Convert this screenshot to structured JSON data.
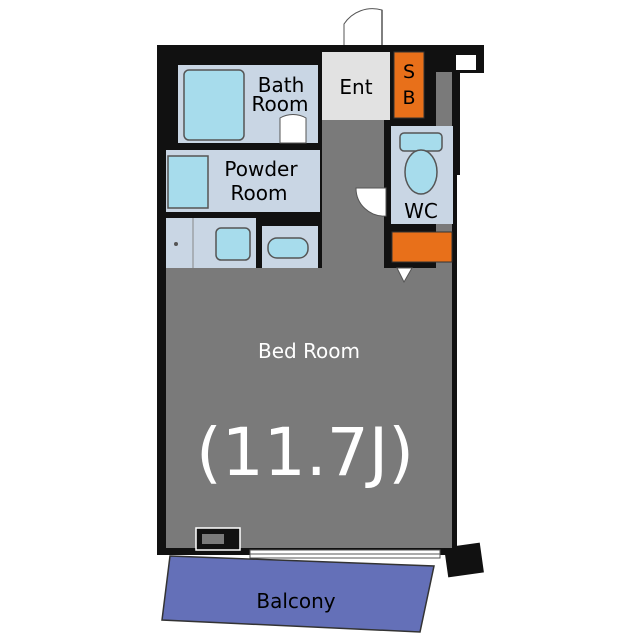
{
  "labels": {
    "bath_line1": "Bath",
    "bath_line2": "Room",
    "entrance": "Ent",
    "shoe_box_s": "S",
    "shoe_box_b": "B",
    "powder_line1": "Powder",
    "powder_line2": "Room",
    "wc": "WC",
    "bedroom": "Bed Room",
    "bedroom_size": "(11.7J)",
    "balcony": "Balcony"
  },
  "colors": {
    "wall": "#111111",
    "room_gray": "#7a7a7a",
    "wet_area": "#c9d6e4",
    "fixture": "#a7dcec",
    "shoe_box": "#e8701a",
    "entrance_floor": "#e2e2e2",
    "balcony": "#6470b8",
    "hall_gray": "#9a9a9a"
  }
}
